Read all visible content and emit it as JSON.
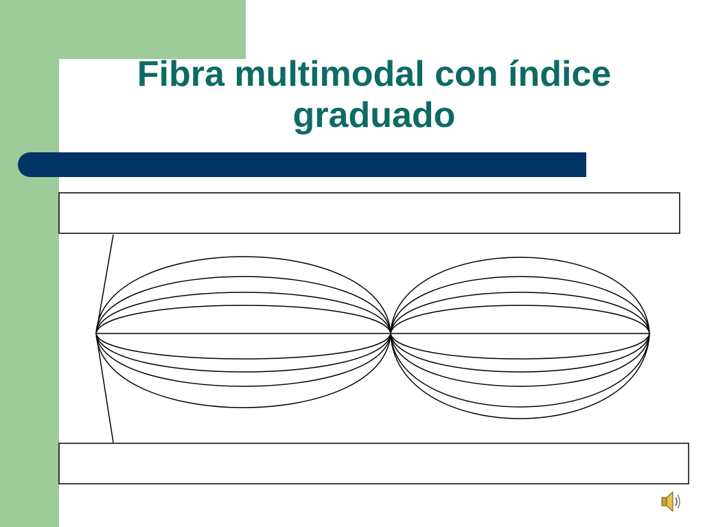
{
  "slide": {
    "title": "Fibra multimodal con índice graduado"
  },
  "diagram": {
    "ray_count": 11,
    "section_count": 2
  },
  "icons": {
    "speaker": "speaker-icon"
  },
  "colors": {
    "side_green": "#9dcb99",
    "title_teal": "#0d6b63",
    "bar_navy": "#003366",
    "line": "#000000"
  }
}
